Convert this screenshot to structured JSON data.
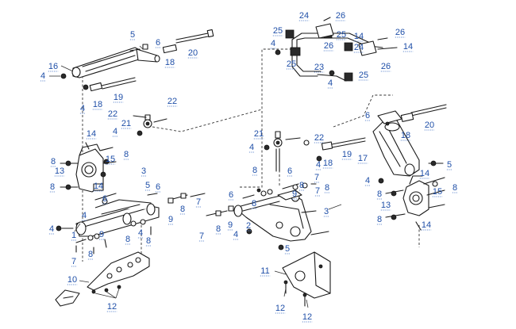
{
  "diagram": {
    "callouts": [
      {
        "label": "1"
      },
      {
        "label": "2"
      },
      {
        "label": "3"
      },
      {
        "label": "3"
      },
      {
        "label": "4"
      },
      {
        "label": "4"
      },
      {
        "label": "4"
      },
      {
        "label": "4"
      },
      {
        "label": "4"
      },
      {
        "label": "4"
      },
      {
        "label": "4"
      },
      {
        "label": "4"
      },
      {
        "label": "4"
      },
      {
        "label": "4"
      },
      {
        "label": "4"
      },
      {
        "label": "4"
      },
      {
        "label": "5"
      },
      {
        "label": "5"
      },
      {
        "label": "5"
      },
      {
        "label": "5"
      },
      {
        "label": "6"
      },
      {
        "label": "6"
      },
      {
        "label": "6"
      },
      {
        "label": "6"
      },
      {
        "label": "6"
      },
      {
        "label": "6"
      },
      {
        "label": "7"
      },
      {
        "label": "7"
      },
      {
        "label": "7"
      },
      {
        "label": "7"
      },
      {
        "label": "7"
      },
      {
        "label": "8"
      },
      {
        "label": "8"
      },
      {
        "label": "8"
      },
      {
        "label": "8"
      },
      {
        "label": "8"
      },
      {
        "label": "8"
      },
      {
        "label": "8"
      },
      {
        "label": "8"
      },
      {
        "label": "8"
      },
      {
        "label": "8"
      },
      {
        "label": "8"
      },
      {
        "label": "8"
      },
      {
        "label": "8"
      },
      {
        "label": "8"
      },
      {
        "label": "8"
      },
      {
        "label": "9"
      },
      {
        "label": "9"
      },
      {
        "label": "9"
      },
      {
        "label": "9"
      },
      {
        "label": "10"
      },
      {
        "label": "11"
      },
      {
        "label": "12"
      },
      {
        "label": "12"
      },
      {
        "label": "12"
      },
      {
        "label": "13"
      },
      {
        "label": "13"
      },
      {
        "label": "14"
      },
      {
        "label": "14"
      },
      {
        "label": "14"
      },
      {
        "label": "14"
      },
      {
        "label": "14"
      },
      {
        "label": "14"
      },
      {
        "label": "15"
      },
      {
        "label": "15"
      },
      {
        "label": "16"
      },
      {
        "label": "17"
      },
      {
        "label": "18"
      },
      {
        "label": "18"
      },
      {
        "label": "18"
      },
      {
        "label": "18"
      },
      {
        "label": "19"
      },
      {
        "label": "19"
      },
      {
        "label": "20"
      },
      {
        "label": "20"
      },
      {
        "label": "21"
      },
      {
        "label": "21"
      },
      {
        "label": "22"
      },
      {
        "label": "22"
      },
      {
        "label": "22"
      },
      {
        "label": "23"
      },
      {
        "label": "24"
      },
      {
        "label": "24"
      },
      {
        "label": "25"
      },
      {
        "label": "25"
      },
      {
        "label": "25"
      },
      {
        "label": "25"
      },
      {
        "label": "26"
      },
      {
        "label": "26"
      },
      {
        "label": "26"
      },
      {
        "label": "26"
      }
    ],
    "colors": {
      "callout_text": "#1f4fa8",
      "line_art": "#1a1a1a",
      "background": "#ffffff"
    }
  }
}
